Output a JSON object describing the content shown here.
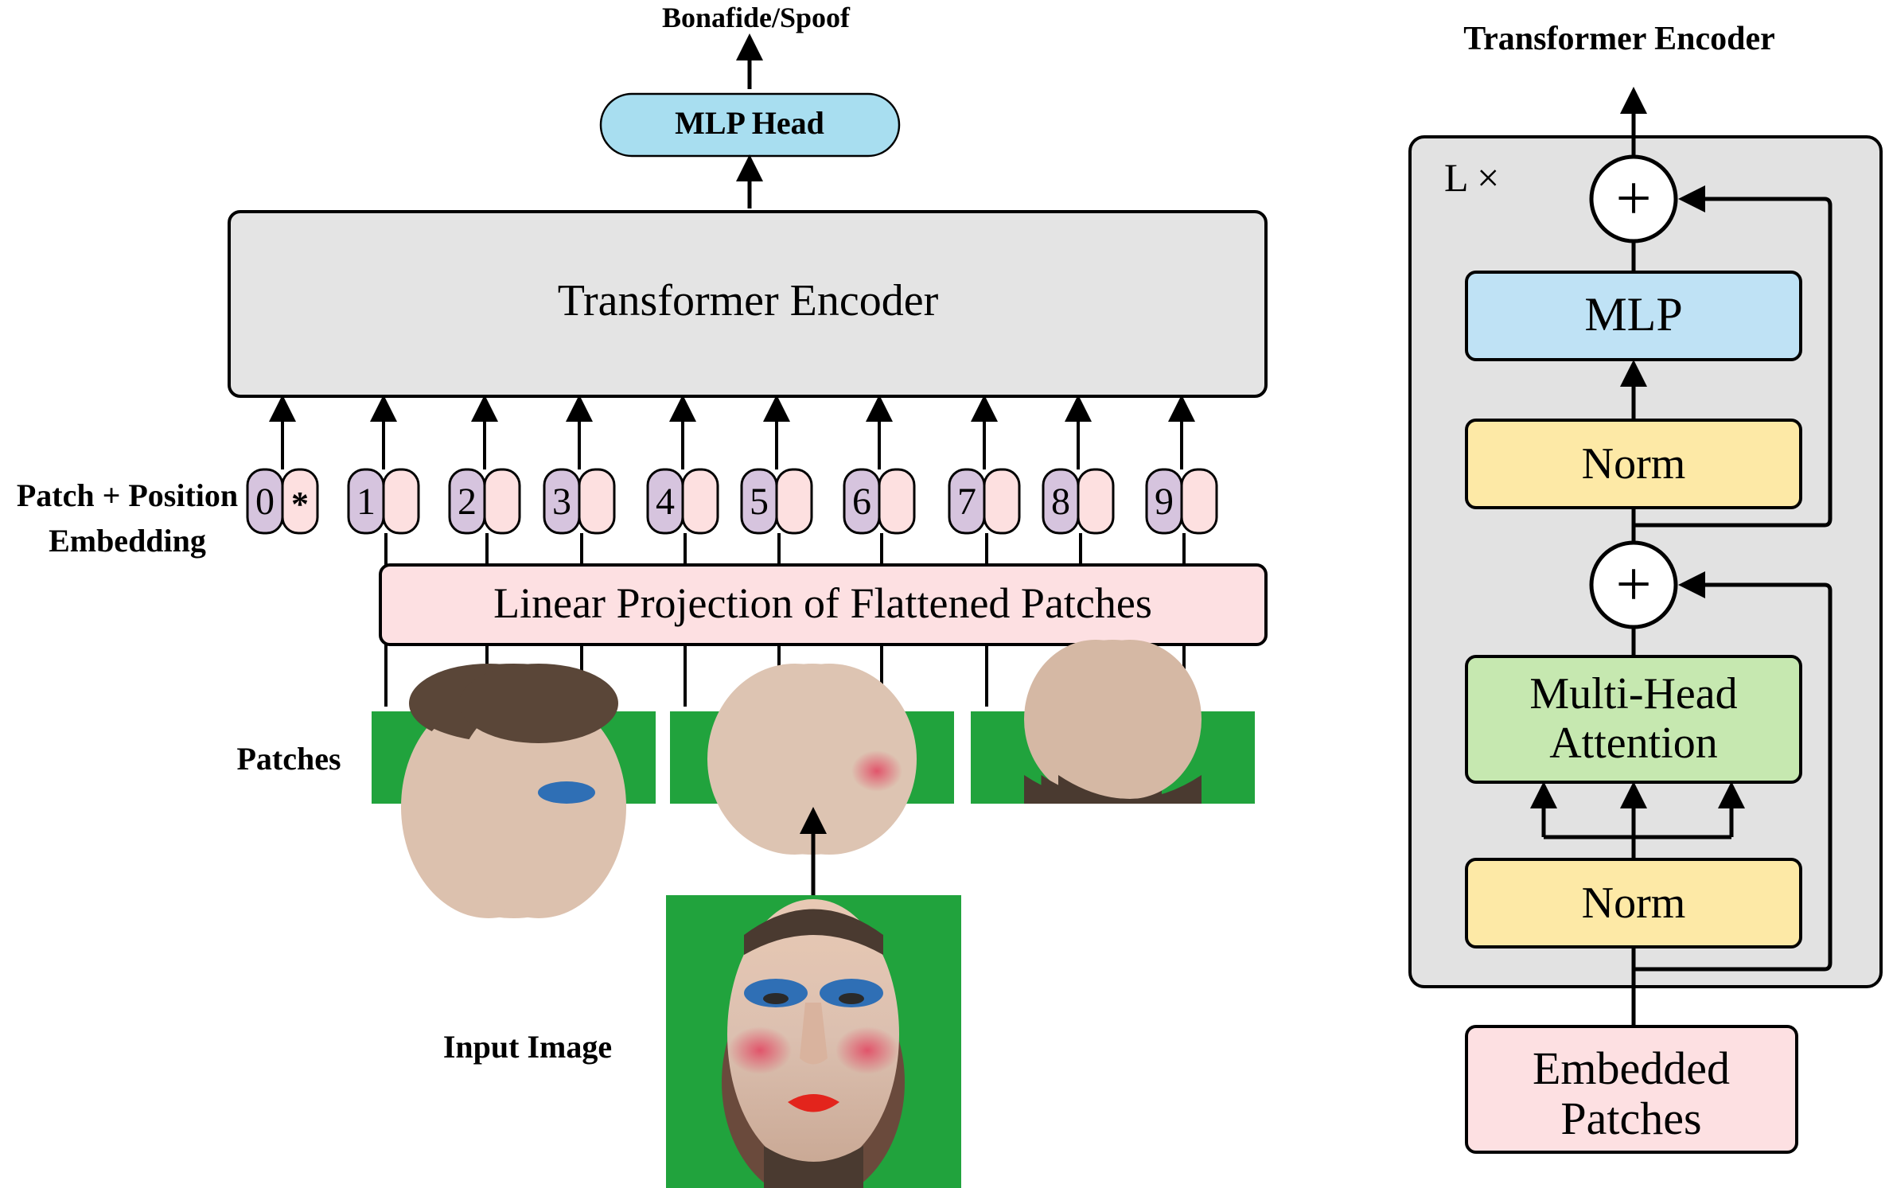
{
  "left": {
    "output_label": "Bonafide/Spoof",
    "mlp_head_label": "MLP Head",
    "encoder_label": "Transformer Encoder",
    "embedding_label_line1": "Patch + Position",
    "embedding_label_line2": "Embedding",
    "tokens": [
      {
        "pos": "0",
        "patch": "*"
      },
      {
        "pos": "1",
        "patch": ""
      },
      {
        "pos": "2",
        "patch": ""
      },
      {
        "pos": "3",
        "patch": ""
      },
      {
        "pos": "4",
        "patch": ""
      },
      {
        "pos": "5",
        "patch": ""
      },
      {
        "pos": "6",
        "patch": ""
      },
      {
        "pos": "7",
        "patch": ""
      },
      {
        "pos": "8",
        "patch": ""
      },
      {
        "pos": "9",
        "patch": ""
      }
    ],
    "projection_label": "Linear Projection of Flattened Patches",
    "patches_label": "Patches",
    "input_label": "Input Image"
  },
  "right": {
    "title": "Transformer Encoder",
    "repeat_label": "L ×",
    "plus_symbol": "+",
    "mlp_label": "MLP",
    "norm_label": "Norm",
    "attention_line1": "Multi-Head",
    "attention_line2": "Attention",
    "embedded_line1": "Embedded",
    "embedded_line2": "Patches"
  },
  "colors": {
    "mlp_head": "#a8def0",
    "encoder": "#e4e4e4",
    "pos_token": "#d6c4de",
    "patch_token": "#fde0e0",
    "projection": "#fde0e2",
    "mlp": "#bfe2f5",
    "norm": "#fde9a6",
    "attention": "#c6e8b0",
    "embedded": "#fde0e2",
    "panel": "#e2e2e2",
    "green_screen": "#21a33d"
  }
}
